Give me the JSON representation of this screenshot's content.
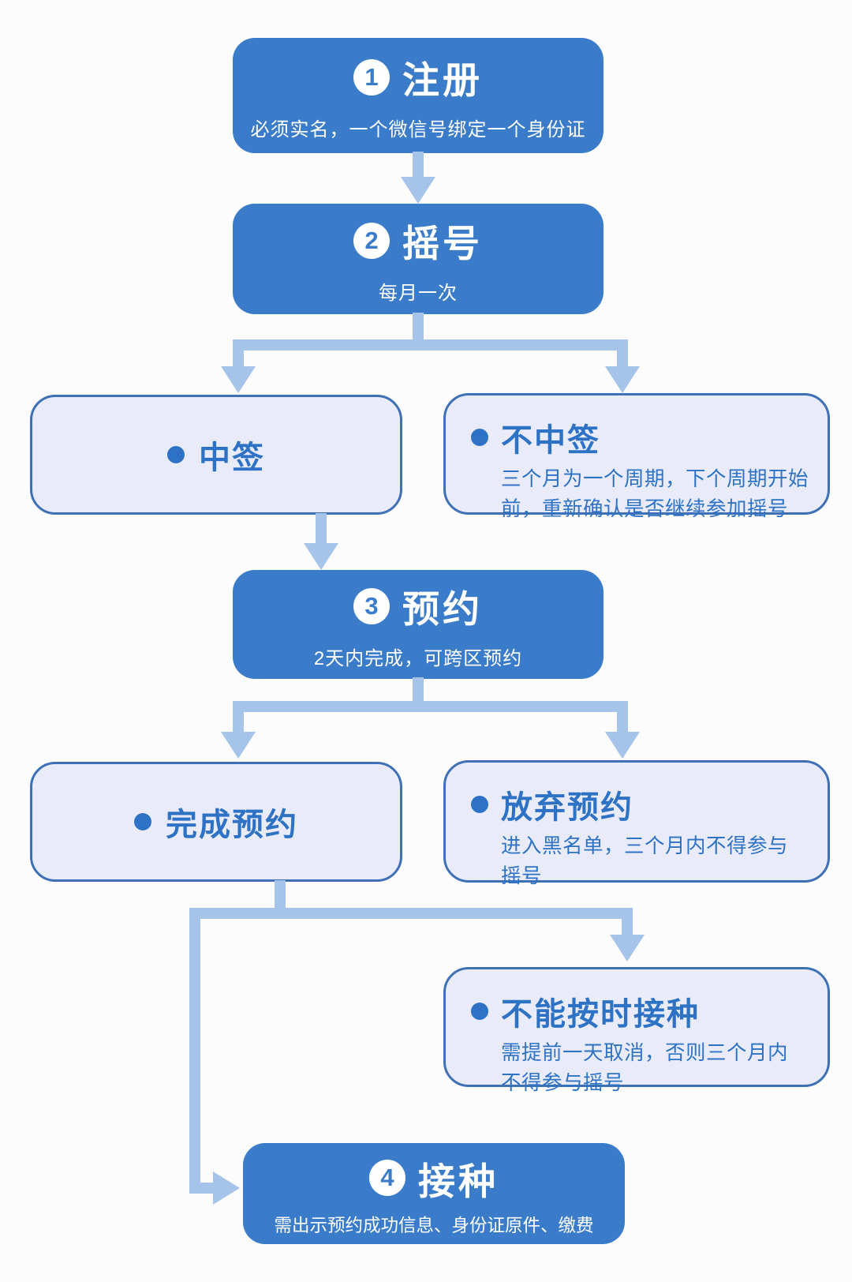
{
  "palette": {
    "background": "#fcfcfd",
    "box_blue": "#3a7cc9",
    "box_text": "#ffffff",
    "light_fill": "#e9ecf8",
    "light_border": "#3e70b6",
    "accent_text": "#2e72c6",
    "connector": "#a6c4ea"
  },
  "flow": {
    "step1": {
      "num": "1",
      "title": "注册",
      "subtitle": "必须实名，一个微信号绑定一个身份证"
    },
    "step2": {
      "num": "2",
      "title": "摇号",
      "subtitle": "每月一次"
    },
    "step3": {
      "num": "3",
      "title": "预约",
      "subtitle": "2天内完成，可跨区预约"
    },
    "step4": {
      "num": "4",
      "title": "接种",
      "subtitle": "需出示预约成功信息、身份证原件、缴费"
    },
    "win": {
      "title": "中签"
    },
    "lose": {
      "title": "不中签",
      "desc_lines": [
        "三个月为一个周期，下个周期开始",
        "前，重新确认是否继续参加摇号"
      ]
    },
    "complete": {
      "title": "完成预约"
    },
    "abandon": {
      "title": "放弃预约",
      "desc_lines": [
        "进入黑名单，三个月内不得参与",
        "摇号"
      ]
    },
    "miss": {
      "title": "不能按时接种",
      "desc_lines": [
        "需提前一天取消，否则三个月内",
        "不得参与摇号"
      ]
    }
  }
}
